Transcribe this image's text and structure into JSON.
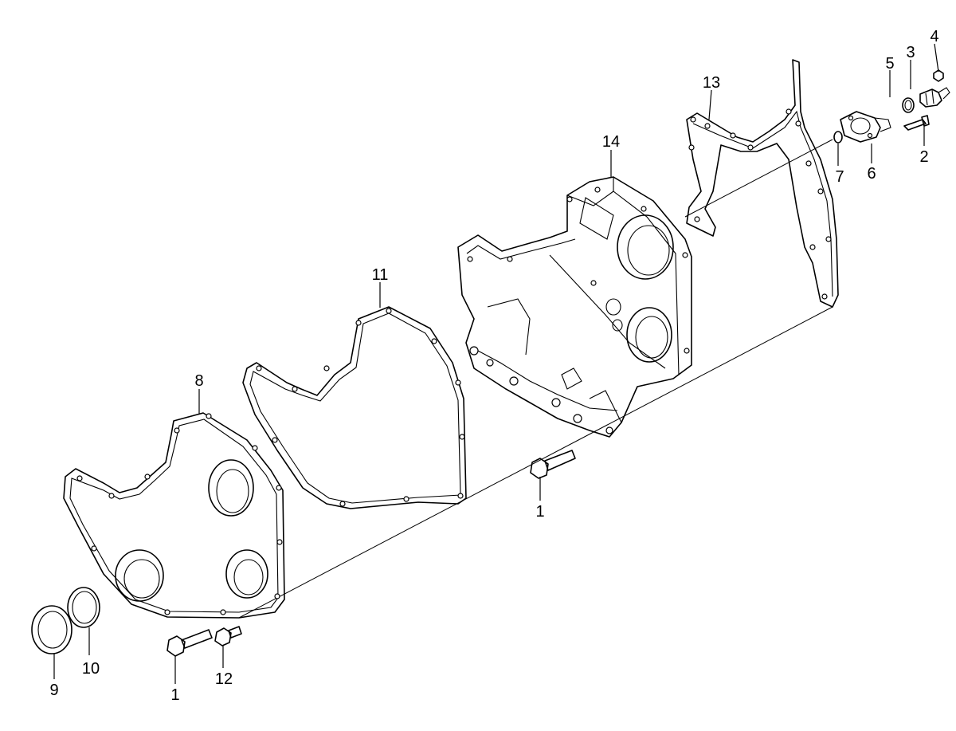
{
  "callouts": {
    "c1a": "1",
    "c1b": "1",
    "c2": "2",
    "c3": "3",
    "c4": "4",
    "c5": "5",
    "c6": "6",
    "c7": "7",
    "c8": "8",
    "c9": "9",
    "c10": "10",
    "c11": "11",
    "c12": "12",
    "c13": "13",
    "c14": "14"
  }
}
